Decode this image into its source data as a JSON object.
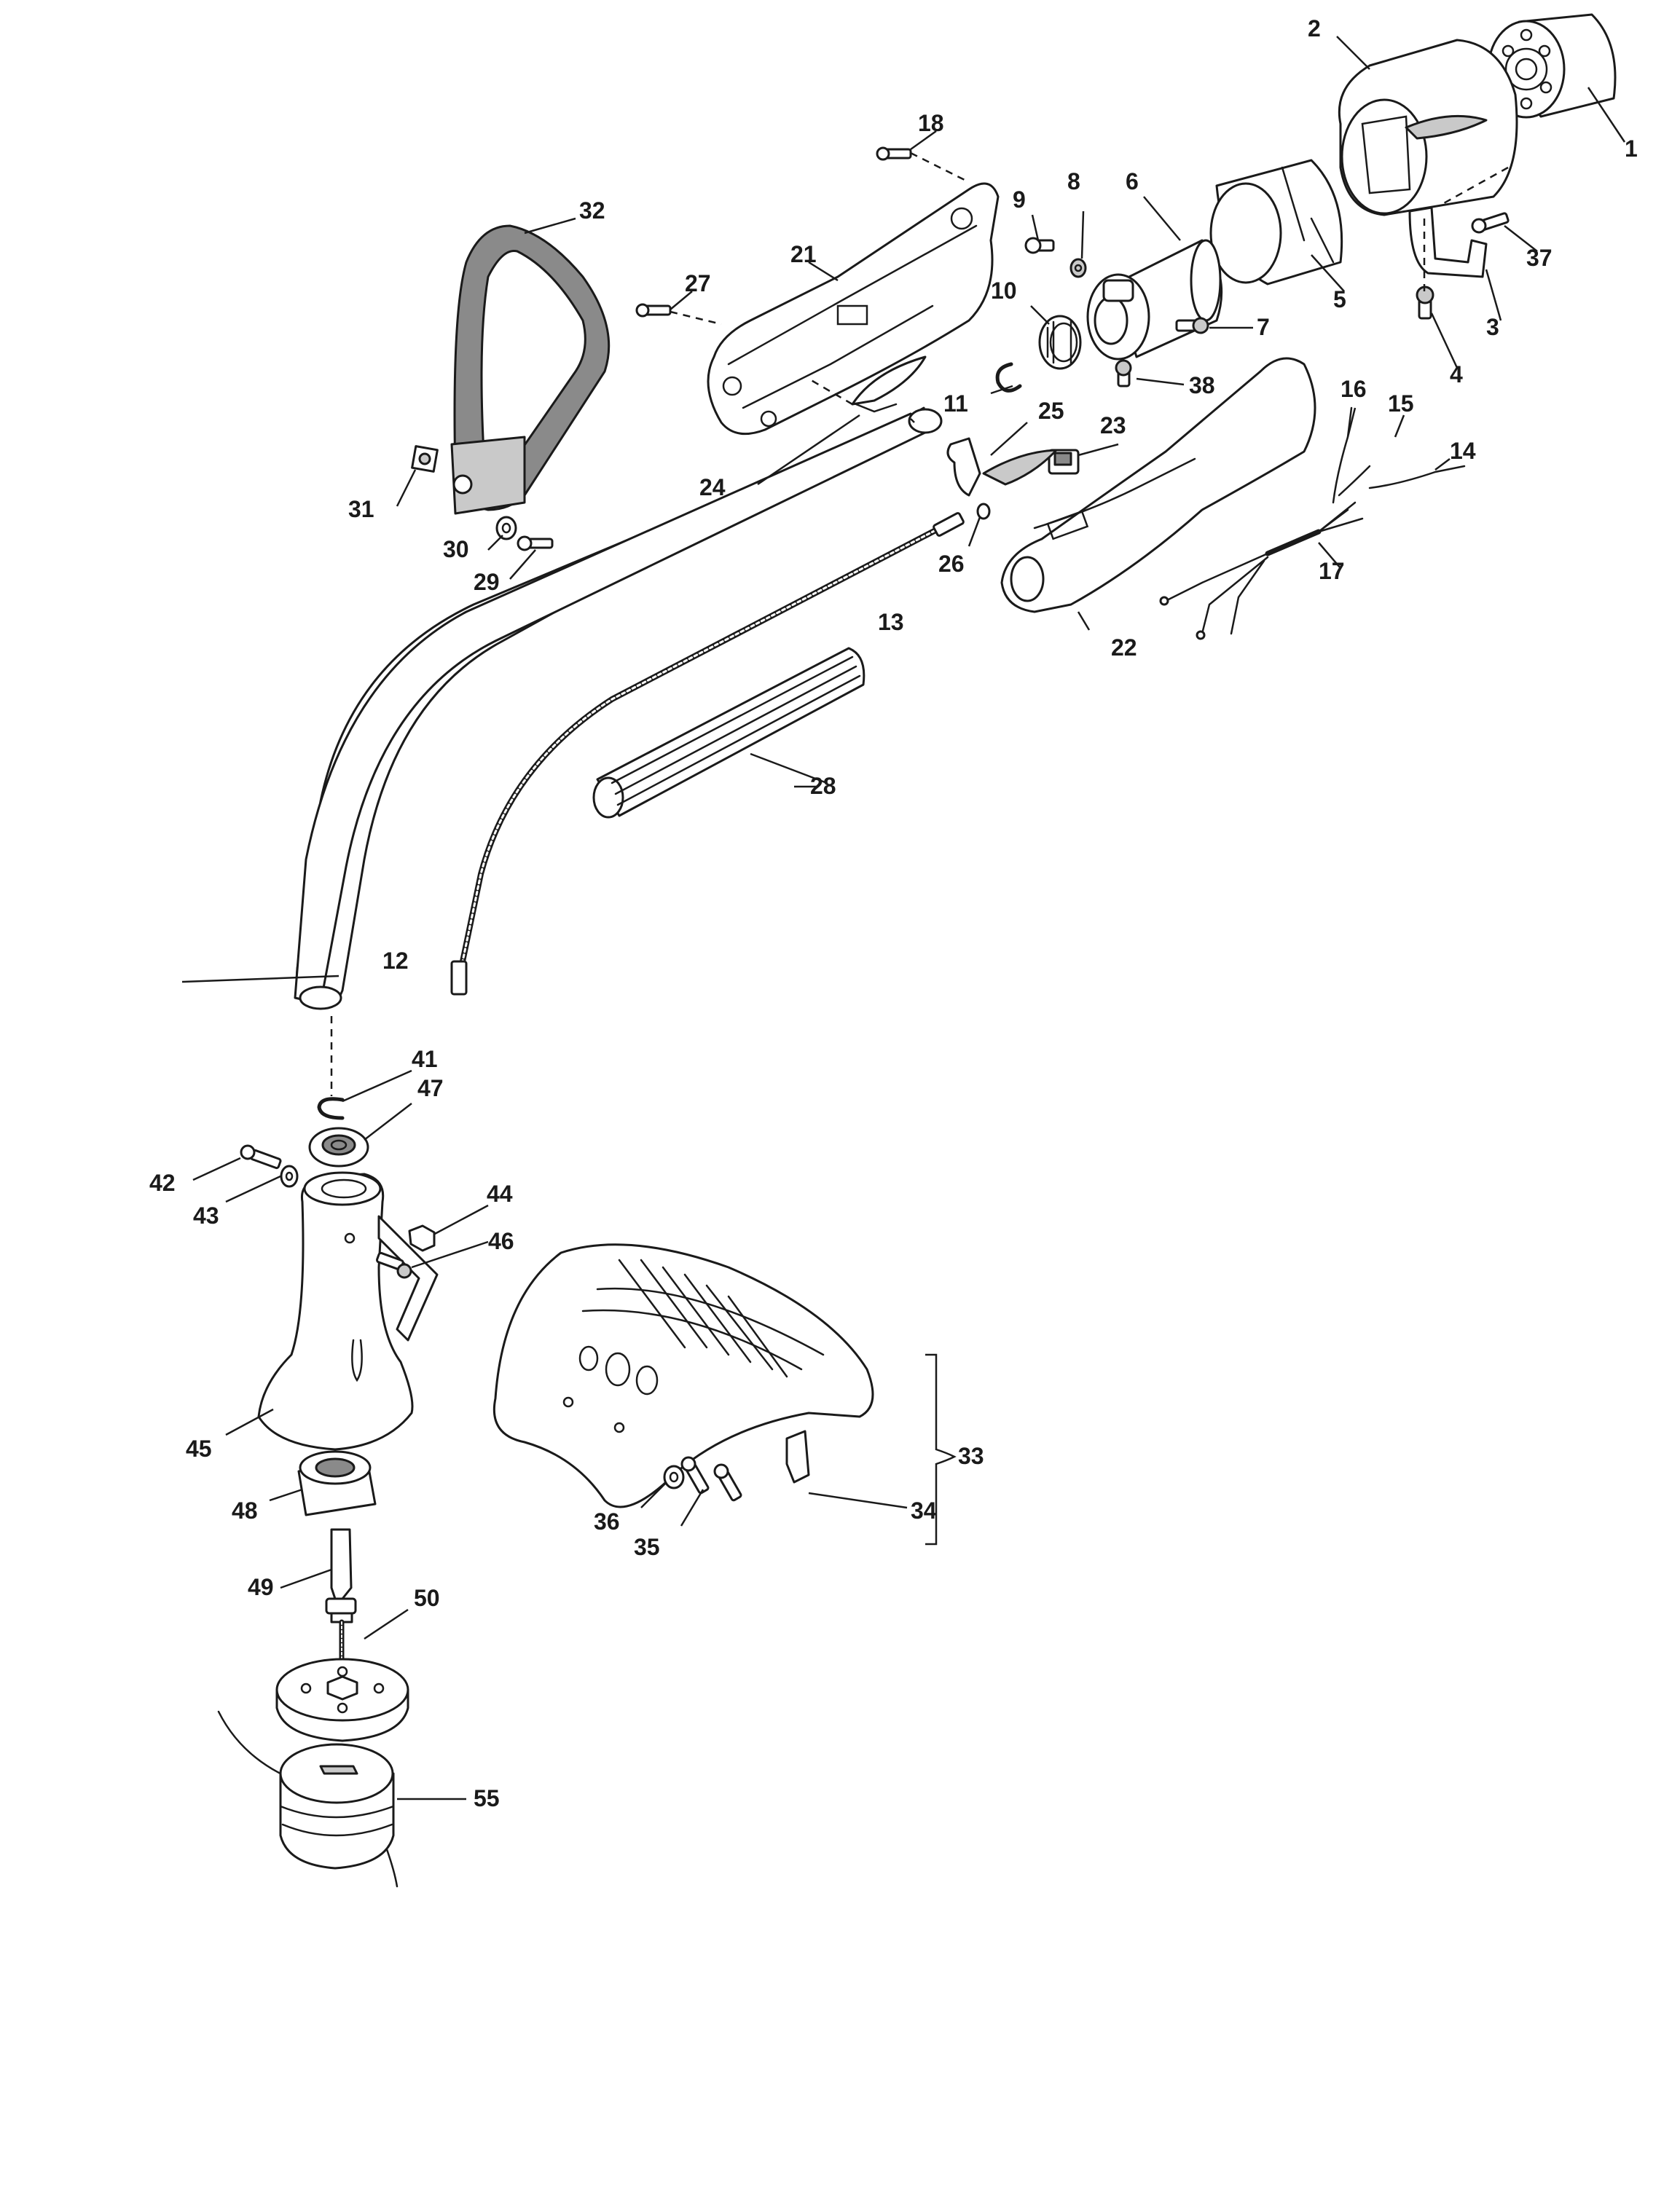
{
  "diagram": {
    "callouts": {
      "p1": "1",
      "p2": "2",
      "p3": "3",
      "p4": "4",
      "p5": "5",
      "p6": "6",
      "p7": "7",
      "p8": "8",
      "p9": "9",
      "p10": "10",
      "p11": "11",
      "p12": "12",
      "p13": "13",
      "p14": "14",
      "p15": "15",
      "p16": "16",
      "p17": "17",
      "p18": "18",
      "p21": "21",
      "p22": "22",
      "p23": "23",
      "p24": "24",
      "p25": "25",
      "p26": "26",
      "p27": "27",
      "p28": "28",
      "p29": "29",
      "p30": "30",
      "p31": "31",
      "p32": "32",
      "p33": "33",
      "p34": "34",
      "p35": "35",
      "p36": "36",
      "p37": "37",
      "p38": "38",
      "p41": "41",
      "p42": "42",
      "p43": "43",
      "p44": "44",
      "p45": "45",
      "p46": "46",
      "p47": "47",
      "p48": "48",
      "p49": "49",
      "p50": "50",
      "p55": "55"
    }
  }
}
